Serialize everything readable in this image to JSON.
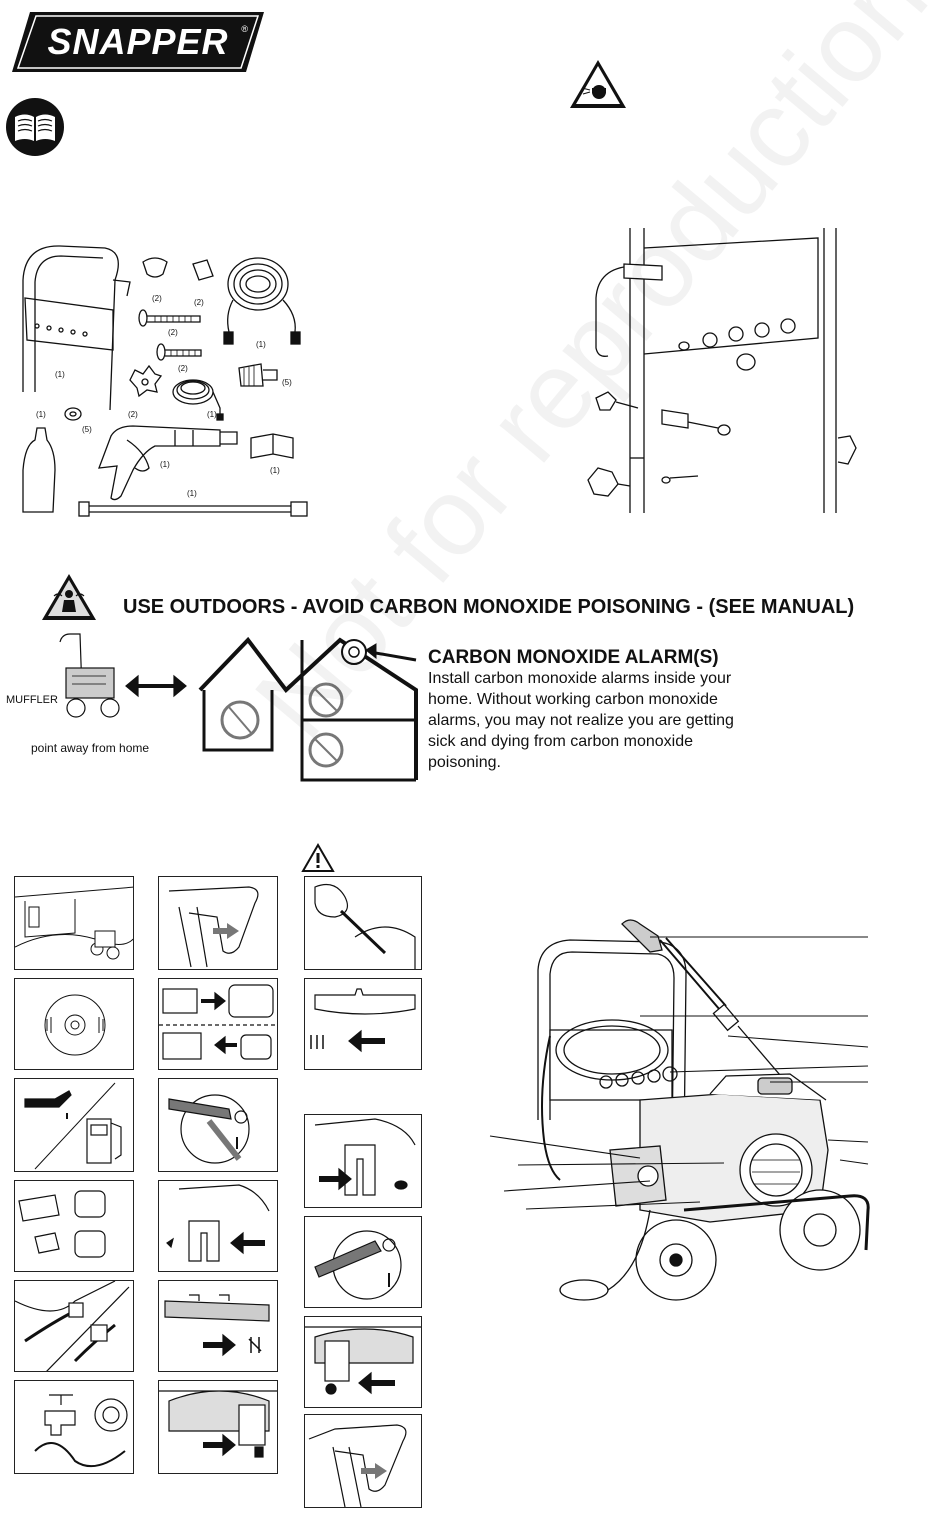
{
  "brand": {
    "logo_text": "SNAPPER",
    "registered": "®"
  },
  "parts": {
    "qty_frame": "(1)",
    "qty_knob": "(2)",
    "qty_clip": "(2)",
    "qty_bolt_long": "(2)",
    "qty_hose": "(1)",
    "qty_bolt_short": "(2)",
    "qty_star_knob": "(2)",
    "qty_siphon": "(1)",
    "qty_nozzles": "(5)",
    "qty_bottle": "(1)",
    "qty_washer": "(5)",
    "qty_gun": "(1)",
    "qty_manual": "(1)",
    "qty_wand": "(1)"
  },
  "warning": {
    "headline": "USE OUTDOORS - AVOID CARBON MONOXIDE POISONING - (SEE MANUAL)",
    "alarm_title": "CARBON MONOXIDE ALARM(S)",
    "alarm_text": "Install carbon monoxide alarms inside your home. Without working carbon monoxide alarms, you may not realize you are getting sick and dying from carbon monoxide poisoning.",
    "muffler_label": "MUFFLER",
    "point_away": "point away from home"
  },
  "watermark": "Not for reproduction"
}
